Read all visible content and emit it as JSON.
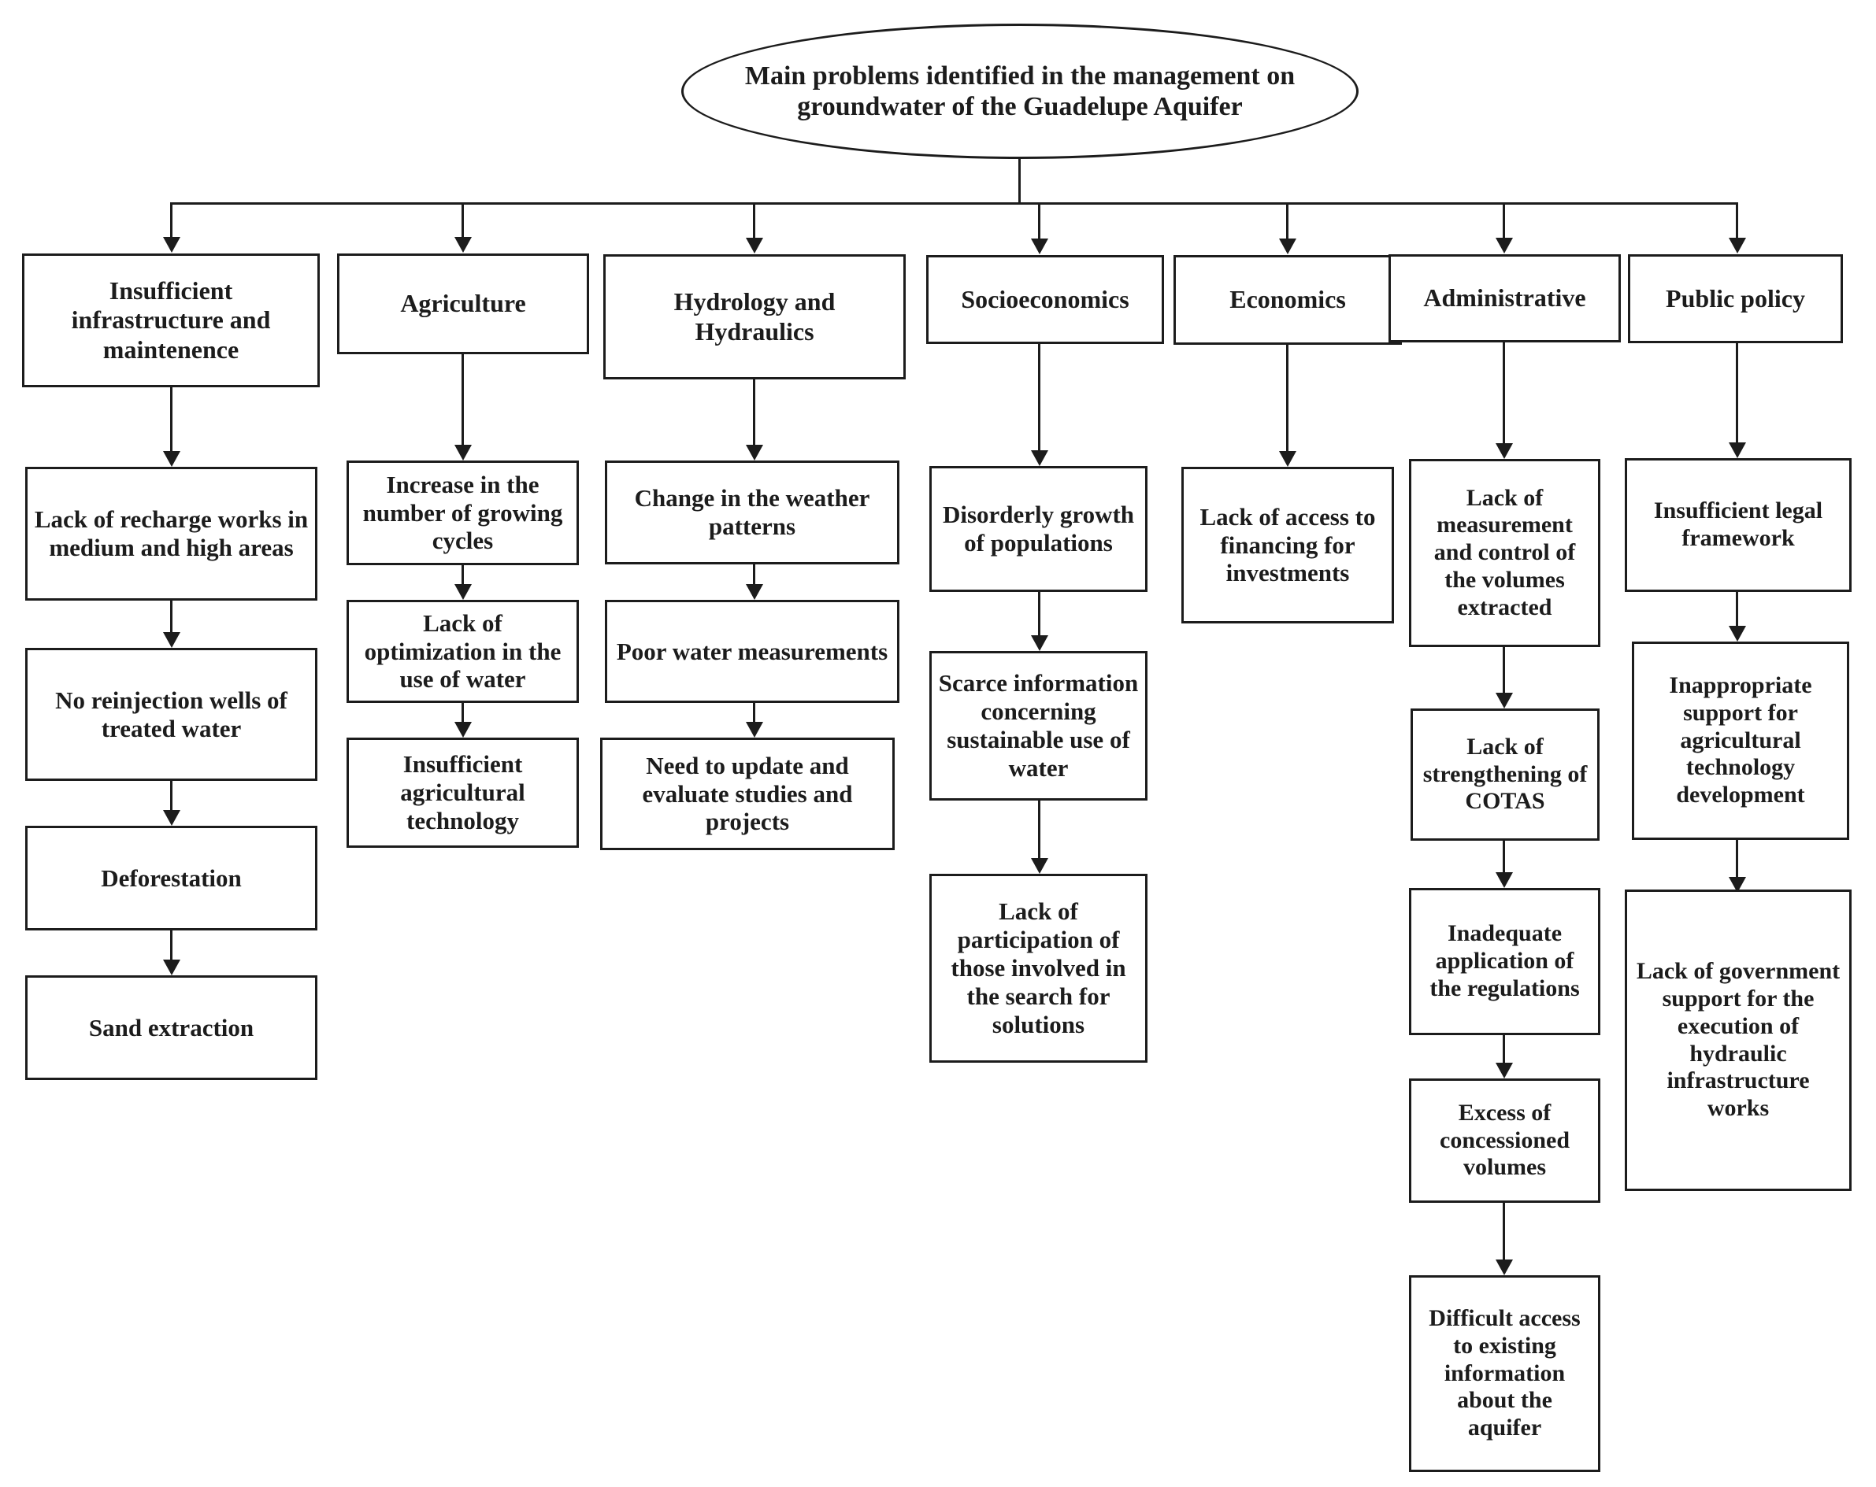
{
  "diagram": {
    "root": {
      "title": "Main problems identified in the management on groundwater of the Guadelupe Aquifer"
    },
    "columns": [
      {
        "header": "Insufficient infrastructure and maintenence",
        "items": [
          "Lack of recharge works in medium and high areas",
          "No reinjection wells of treated water",
          "Deforestation",
          "Sand extraction"
        ]
      },
      {
        "header": "Agriculture",
        "items": [
          "Increase in the number of growing cycles",
          "Lack of optimization in the use of water",
          "Insufficient agricultural technology"
        ]
      },
      {
        "header": "Hydrology and Hydraulics",
        "items": [
          "Change in the weather patterns",
          "Poor water measurements",
          "Need to update and evaluate studies and projects"
        ]
      },
      {
        "header": "Socioeconomics",
        "items": [
          "Disorderly growth of populations",
          "Scarce information concerning sustainable use of water",
          "Lack of participation of those involved in the search for solutions"
        ]
      },
      {
        "header": "Economics",
        "items": [
          "Lack of access to financing for investments"
        ]
      },
      {
        "header": "Administrative",
        "items": [
          "Lack of measurement and control of the volumes extracted",
          "Lack of strengthening of COTAS",
          "Inadequate application of the regulations",
          "Excess of concessioned volumes",
          "Difficult access to existing information about the aquifer"
        ]
      },
      {
        "header": "Public policy",
        "items": [
          "Insufficient legal framework",
          "Inappropriate support for agricultural technology development",
          "Lack of government support for the execution of hydraulic infrastructure works"
        ]
      }
    ],
    "colors": {
      "line": "#1c1c1c",
      "background": "#ffffff",
      "text": "#1c1c1c"
    }
  }
}
